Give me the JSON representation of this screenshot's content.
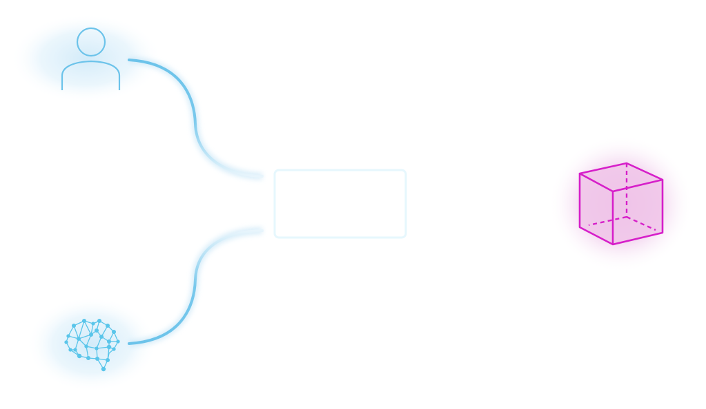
{
  "diagram": {
    "title": "",
    "nodes": [
      {
        "id": "user",
        "icon": "user-icon",
        "label": "",
        "color": "#6cc3ea",
        "glow": "#d9eefa"
      },
      {
        "id": "brain",
        "icon": "brain-network-icon",
        "label": "",
        "color": "#5ac5ea",
        "glow": "#dcf0fa"
      },
      {
        "id": "center",
        "icon": "",
        "label": "",
        "border_color": "#e8f8fd"
      },
      {
        "id": "cube",
        "icon": "cube-icon",
        "label": "",
        "color": "#d61fc9",
        "fill": "#f1c8ea",
        "glow": "#ead0f0"
      }
    ],
    "edges": [
      {
        "from": "user",
        "to": "center",
        "style": "curve",
        "color": "#6cc3ea"
      },
      {
        "from": "brain",
        "to": "center",
        "style": "curve",
        "color": "#6cc3ea"
      },
      {
        "from": "center",
        "to": "cube",
        "style": "straight",
        "color_start": "#f4e6f6",
        "color_end": "#c414b4"
      }
    ]
  }
}
